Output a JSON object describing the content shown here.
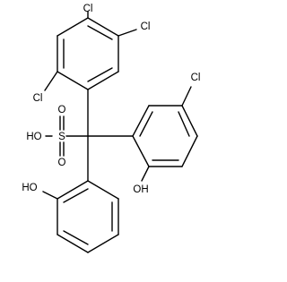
{
  "molecule": {
    "atom_labels": {
      "cl_top": "Cl",
      "cl_right_upper": "Cl",
      "cl_left": "Cl",
      "cl_right_ring": "Cl",
      "sulfonic_oh": "HO",
      "sulfonic_s": "S",
      "sulfonic_o_top": "O",
      "sulfonic_o_bottom": "O",
      "phenol_oh_right": "OH",
      "phenol_oh_left": "HO"
    }
  }
}
